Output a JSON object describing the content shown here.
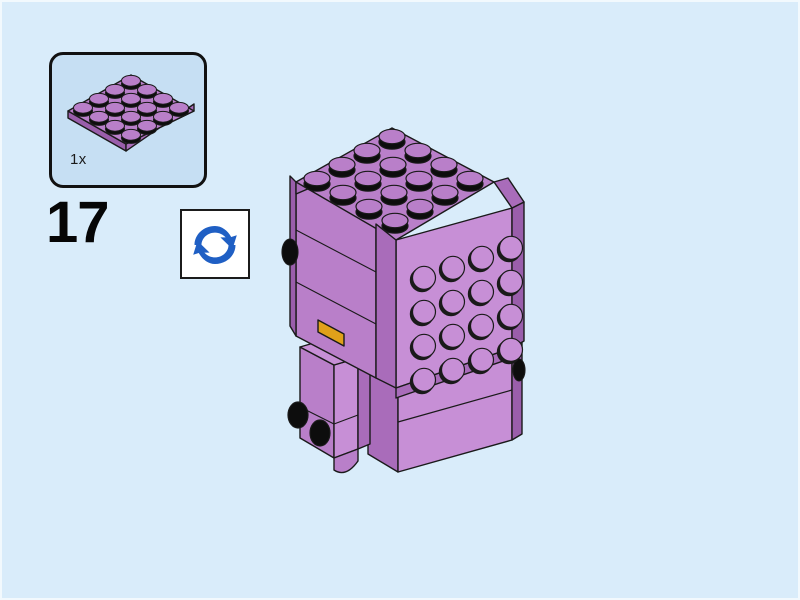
{
  "page": {
    "kind": "lego-building-instruction-step",
    "background_color": "#d9ecfa",
    "border_color": "#f2f9fd"
  },
  "step": {
    "number": "17",
    "number_color": "#060606"
  },
  "parts_callout": {
    "quantity_label": "1x",
    "box_fill": "#c6dff3",
    "box_border": "#111111",
    "part": {
      "name": "plate-4x4",
      "studs_rows": 4,
      "studs_cols": 4,
      "color_name": "medium-lavender",
      "color_hex": "#b97fc9",
      "stud_top_hex": "#101010"
    }
  },
  "rotate_hint": {
    "icon_name": "rotate-model-icon",
    "icon_color": "#1f5fc4",
    "box_fill": "#ffffff",
    "box_border": "#1b1b1b"
  },
  "model": {
    "name": "brickheadz-figure-in-progress",
    "colors": {
      "purple_light": "#c78fd6",
      "purple_mid": "#b97fc9",
      "purple_dark": "#a96cba",
      "purple_darker": "#9a5eab",
      "stud_dark": "#0d0d0d",
      "outline": "#1a1a1a",
      "accent_orange": "#e0a11a"
    },
    "head": {
      "top_studs_rows": 4,
      "top_studs_cols": 4,
      "side_studs_rows": 4,
      "side_studs_cols": 4
    },
    "body": {
      "brick_rows": 2,
      "arm_studs": 2
    }
  }
}
